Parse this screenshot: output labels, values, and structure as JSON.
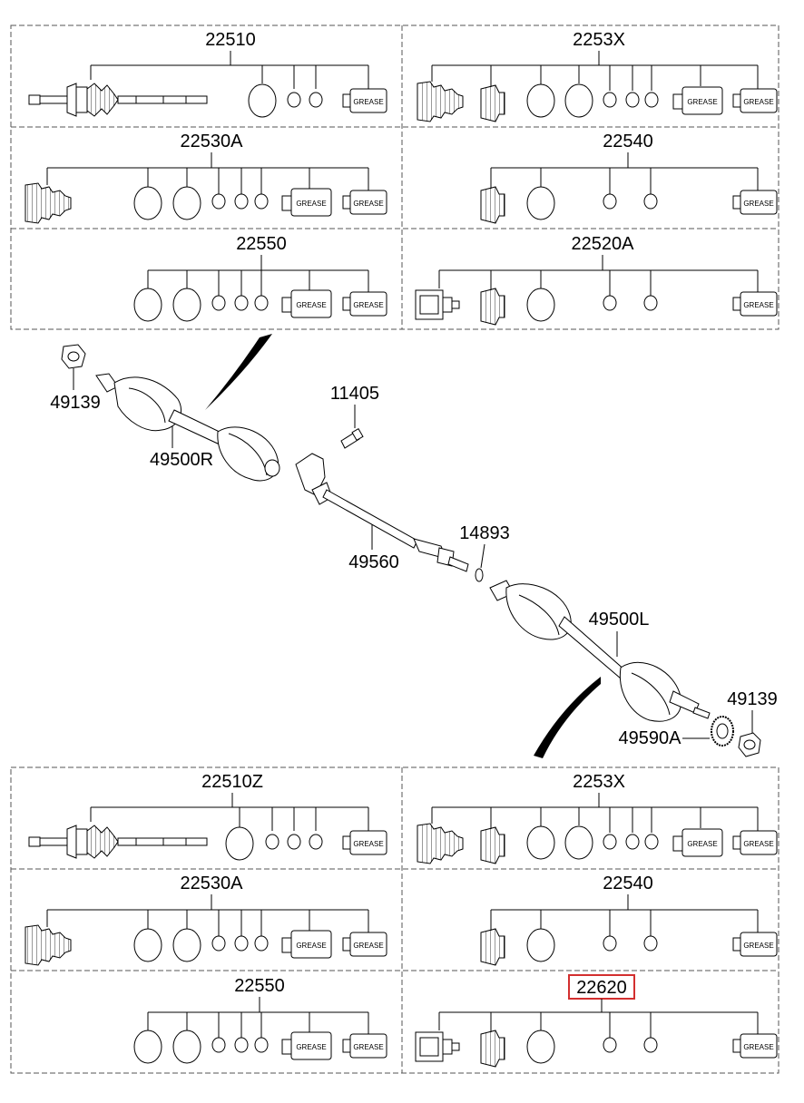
{
  "top_kits": {
    "cells": [
      {
        "part_no": "22510"
      },
      {
        "part_no": "2253X"
      },
      {
        "part_no": "22530A"
      },
      {
        "part_no": "22540"
      },
      {
        "part_no": "22550"
      },
      {
        "part_no": "22520A"
      }
    ]
  },
  "bottom_kits": {
    "cells": [
      {
        "part_no": "22510Z"
      },
      {
        "part_no": "2253X"
      },
      {
        "part_no": "22530A"
      },
      {
        "part_no": "22540"
      },
      {
        "part_no": "22550"
      },
      {
        "part_no": "22620",
        "highlighted": true
      }
    ]
  },
  "grease_label": "GREASE",
  "callouts": {
    "nut_right": "49139",
    "shaft_right": "49500R",
    "bolt": "11405",
    "inter_shaft": "49560",
    "snap_ring": "14893",
    "shaft_left": "49500L",
    "nut_left": "49139",
    "tone_ring": "49590A"
  },
  "colors": {
    "line": "#000000",
    "highlight": "#d32f2f",
    "dash": "#555555"
  }
}
